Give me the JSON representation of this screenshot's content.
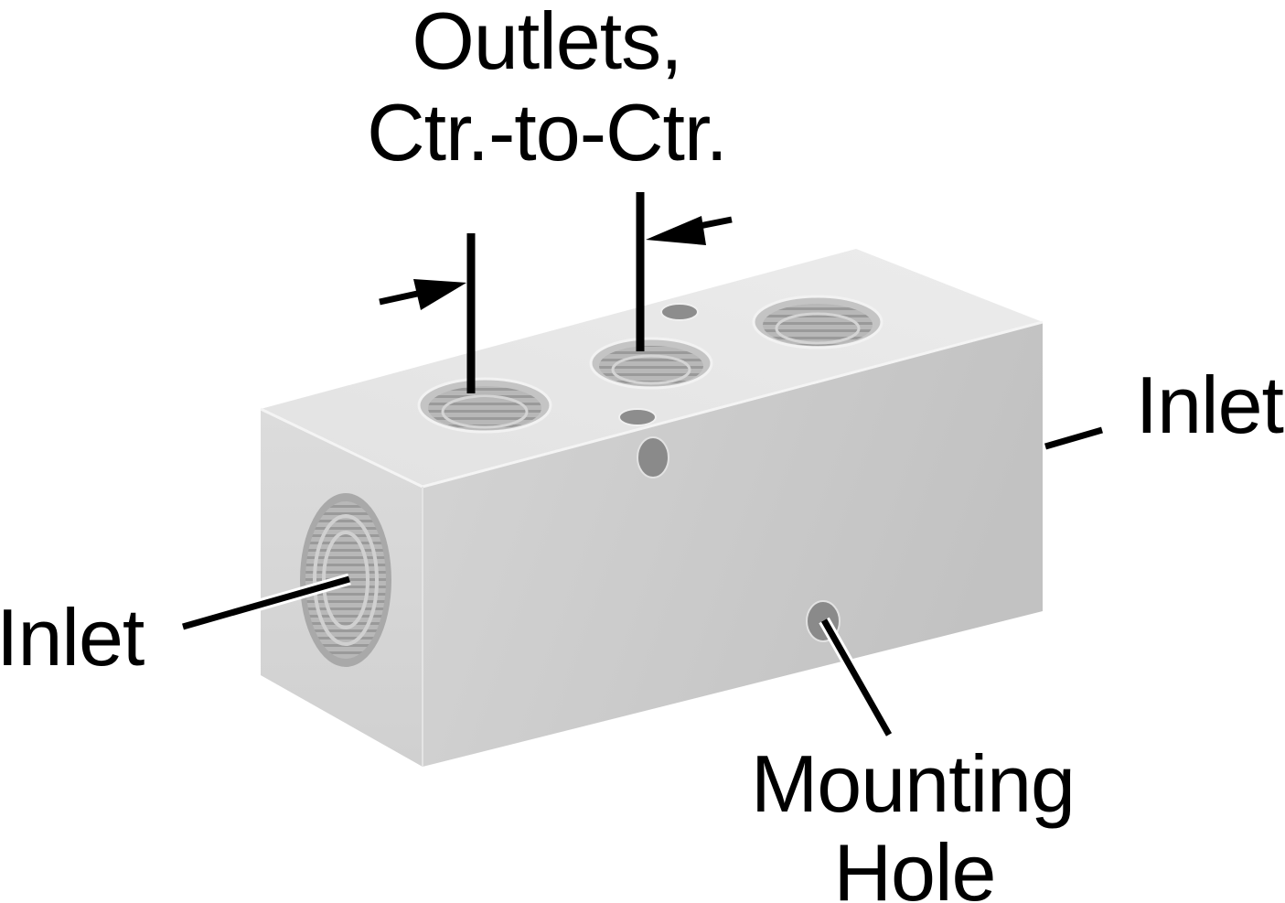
{
  "labels": {
    "outlets_line1": "Outlets,",
    "outlets_line2": "Ctr.-to-Ctr.",
    "inlet_left": "Inlet",
    "inlet_right": "Inlet",
    "mounting_line1": "Mounting",
    "mounting_line2": "Hole"
  },
  "colors": {
    "top_face": "#e6e6e6",
    "front_face": "#c9c9c9",
    "side_face": "#d7d7d7",
    "edge": "#f1f1f1",
    "hole_dark": "#8f8f8f",
    "thread_light": "#d3d3d3",
    "thread_dark": "#9a9a9a",
    "leader": "#000000"
  }
}
